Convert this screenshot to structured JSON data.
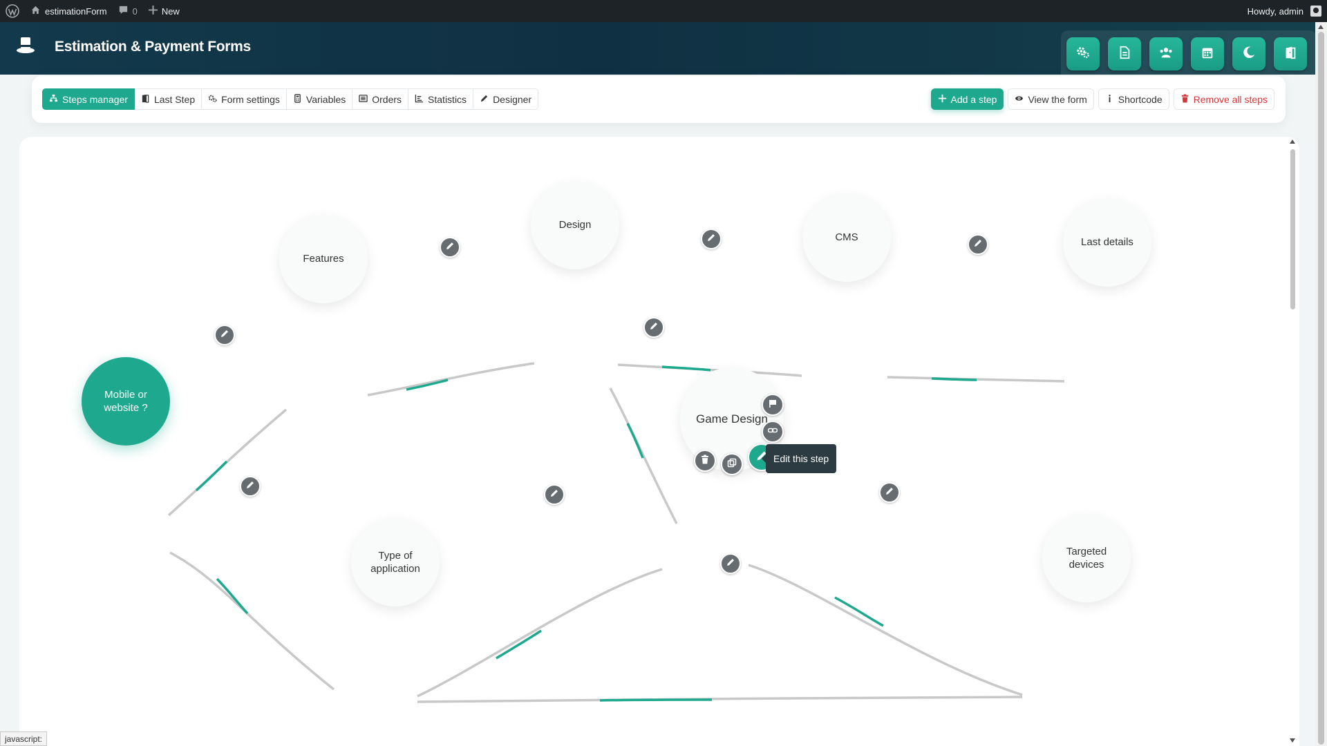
{
  "admin_bar": {
    "site_name": "estimationForm",
    "comments_count": "0",
    "new_label": "New",
    "greeting": "Howdy, admin"
  },
  "header": {
    "title": "Estimation & Payment Forms",
    "buttons": [
      "settings-icon",
      "document-icon",
      "users-icon",
      "calendar-icon",
      "moon-icon",
      "door-icon"
    ]
  },
  "tabs": [
    {
      "label": "Steps manager",
      "icon": "sitemap-icon",
      "active": true
    },
    {
      "label": "Last Step",
      "icon": "door-icon",
      "active": false
    },
    {
      "label": "Form settings",
      "icon": "gears-icon",
      "active": false
    },
    {
      "label": "Variables",
      "icon": "calculator-icon",
      "active": false
    },
    {
      "label": "Orders",
      "icon": "list-icon",
      "active": false
    },
    {
      "label": "Statistics",
      "icon": "chart-icon",
      "active": false
    },
    {
      "label": "Designer",
      "icon": "pencil-icon",
      "active": false
    }
  ],
  "actions": {
    "add_step": "Add a step",
    "view_form": "View the form",
    "shortcode": "Shortcode",
    "remove_all": "Remove all steps"
  },
  "steps": [
    {
      "id": "mobile",
      "label": "Mobile or website ?",
      "start": true
    },
    {
      "id": "features",
      "label": "Features"
    },
    {
      "id": "design",
      "label": "Design"
    },
    {
      "id": "cms",
      "label": "CMS"
    },
    {
      "id": "last",
      "label": "Last details"
    },
    {
      "id": "game",
      "label": "Game Design"
    },
    {
      "id": "type",
      "label": "Type of application"
    },
    {
      "id": "devices",
      "label": "Targeted devices"
    }
  ],
  "links": [
    [
      "mobile",
      "features"
    ],
    [
      "features",
      "design"
    ],
    [
      "design",
      "cms"
    ],
    [
      "cms",
      "last"
    ],
    [
      "mobile",
      "type"
    ],
    [
      "type",
      "game"
    ],
    [
      "design",
      "game"
    ],
    [
      "game",
      "devices"
    ],
    [
      "type",
      "devices"
    ]
  ],
  "node_actions": [
    "flag-icon",
    "link-icon",
    "delete-icon",
    "duplicate-icon",
    "edit-icon"
  ],
  "tooltip": "Edit this step",
  "status_bar": "javascript:",
  "colors": {
    "accent": "#1ea98e",
    "header": "#0f3042",
    "link": "#c8c8c8",
    "danger": "#d63638"
  }
}
